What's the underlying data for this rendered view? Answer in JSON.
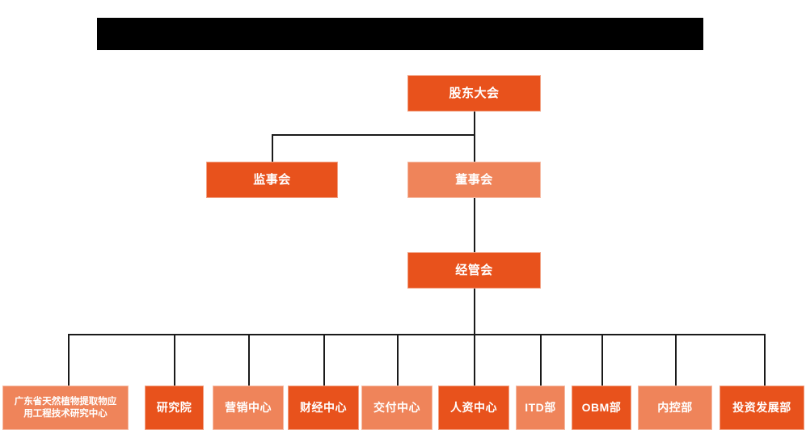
{
  "meta": {
    "background_color": "#ffffff",
    "accent_dark": "#E8521C",
    "accent_light": "#EF845A",
    "connector_color": "#1a1a1a",
    "redaction_color": "#000000"
  },
  "header": {
    "redaction_bar_label": "",
    "redaction_bar_note": "solid black bar, no legible text"
  },
  "chart_data": {
    "type": "org-chart",
    "title": "",
    "levels": [
      {
        "level": 1,
        "nodes": [
          {
            "id": "shareholders",
            "label": "股东大会",
            "tone": "dark"
          }
        ]
      },
      {
        "level": 2,
        "nodes": [
          {
            "id": "supervisors",
            "label": "监事会",
            "tone": "dark"
          },
          {
            "id": "directors",
            "label": "董事会",
            "tone": "light"
          }
        ]
      },
      {
        "level": 3,
        "nodes": [
          {
            "id": "management",
            "label": "经管会",
            "tone": "dark"
          }
        ]
      },
      {
        "level": 4,
        "nodes": [
          {
            "id": "research-center",
            "label": "广东省天然植物提取物应用工程技术研究中心",
            "tone": "light"
          },
          {
            "id": "institute",
            "label": "研究院",
            "tone": "dark"
          },
          {
            "id": "marketing",
            "label": "营销中心",
            "tone": "light"
          },
          {
            "id": "finance",
            "label": "财经中心",
            "tone": "dark"
          },
          {
            "id": "delivery",
            "label": "交付中心",
            "tone": "light"
          },
          {
            "id": "hr",
            "label": "人资中心",
            "tone": "dark"
          },
          {
            "id": "itd",
            "label": "ITD部",
            "tone": "light"
          },
          {
            "id": "obm",
            "label": "OBM部",
            "tone": "dark"
          },
          {
            "id": "internal-control",
            "label": "内控部",
            "tone": "light"
          },
          {
            "id": "investment",
            "label": "投资发展部",
            "tone": "dark"
          }
        ]
      }
    ],
    "edges": [
      {
        "from": "shareholders",
        "to": "supervisors"
      },
      {
        "from": "shareholders",
        "to": "directors"
      },
      {
        "from": "directors",
        "to": "management"
      },
      {
        "from": "management",
        "to": "research-center"
      },
      {
        "from": "management",
        "to": "institute"
      },
      {
        "from": "management",
        "to": "marketing"
      },
      {
        "from": "management",
        "to": "finance"
      },
      {
        "from": "management",
        "to": "delivery"
      },
      {
        "from": "management",
        "to": "hr"
      },
      {
        "from": "management",
        "to": "itd"
      },
      {
        "from": "management",
        "to": "obm"
      },
      {
        "from": "management",
        "to": "internal-control"
      },
      {
        "from": "management",
        "to": "investment"
      }
    ]
  },
  "nodes": {
    "shareholders": {
      "label": "股东大会"
    },
    "supervisors": {
      "label": "监事会"
    },
    "directors": {
      "label": "董事会"
    },
    "management": {
      "label": "经管会"
    },
    "research_center_line1": {
      "label": "广东省天然植物提取物应"
    },
    "research_center_line2": {
      "label": "用工程技术研究中心"
    },
    "institute": {
      "label": "研究院"
    },
    "marketing": {
      "label": "营销中心"
    },
    "finance": {
      "label": "财经中心"
    },
    "delivery": {
      "label": "交付中心"
    },
    "hr": {
      "label": "人资中心"
    },
    "itd": {
      "label": "ITD部"
    },
    "obm": {
      "label": "OBM部"
    },
    "internal_control": {
      "label": "内控部"
    },
    "investment": {
      "label": "投资发展部"
    }
  }
}
